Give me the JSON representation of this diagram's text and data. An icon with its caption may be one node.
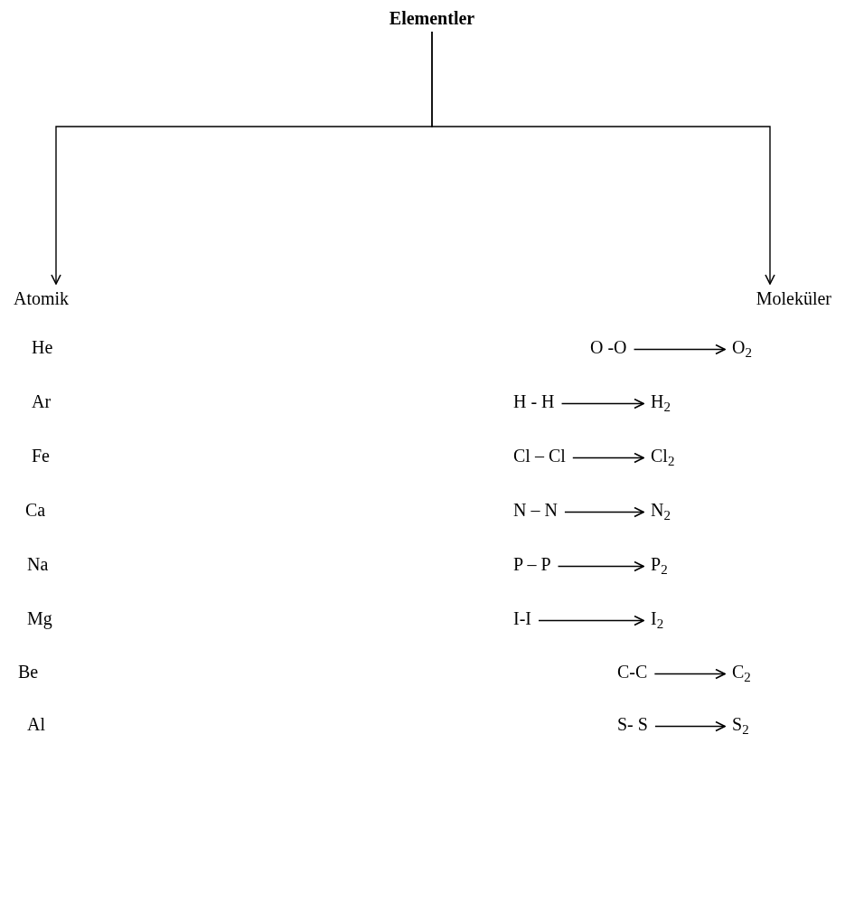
{
  "diagram": {
    "nodes": [
      {
        "text": [
          "Elementler"
        ]
      },
      {
        "text": [
          "Atomik"
        ]
      },
      {
        "text": [
          "Moleküler"
        ]
      },
      {
        "text": [
          "O -O"
        ]
      },
      {
        "text": [
          "O$_{2}$"
        ]
      },
      {
        "text": [
          "H - H"
        ]
      },
      {
        "text": [
          "H$_{2}$"
        ]
      },
      {
        "text": [
          "Cl – Cl"
        ]
      },
      {
        "text": [
          "Cl$_{2}$"
        ]
      },
      {
        "text": [
          "N – N"
        ]
      },
      {
        "text": [
          "N$_{2}$"
        ]
      },
      {
        "text": [
          "P – P"
        ]
      },
      {
        "text": [
          "P$_{2}$"
        ]
      },
      {
        "text": [
          "I-I"
        ]
      },
      {
        "text": [
          "I$_{2}$"
        ]
      },
      {
        "text": [
          "C-C"
        ]
      },
      {
        "text": [
          "C$_{2}$"
        ]
      },
      {
        "text": [
          "S- S"
        ]
      },
      {
        "text": [
          "S$_{2}$"
        ]
      }
    ],
    "edges": [
      {
        "from": 0,
        "to": 1,
        "arrow": "to"
      },
      {
        "from": 0,
        "to": 2,
        "arrow": "to"
      },
      {
        "from": 3,
        "to": 4,
        "arrow": "to"
      },
      {
        "from": 5,
        "to": 6,
        "arrow": "to"
      },
      {
        "from": 7,
        "to": 8,
        "arrow": "to"
      },
      {
        "from": 9,
        "to": 10,
        "arrow": "to"
      },
      {
        "from": 11,
        "to": 12,
        "arrow": "to"
      },
      {
        "from": 13,
        "to": 14,
        "arrow": "to"
      },
      {
        "from": 15,
        "to": 16,
        "arrow": "to"
      },
      {
        "from": 17,
        "to": 18,
        "arrow": "to"
      }
    ],
    "labels": [
      "He",
      "Ar",
      "Fe",
      "Ca",
      "Na",
      "Mg",
      "Be",
      "Al"
    ]
  }
}
